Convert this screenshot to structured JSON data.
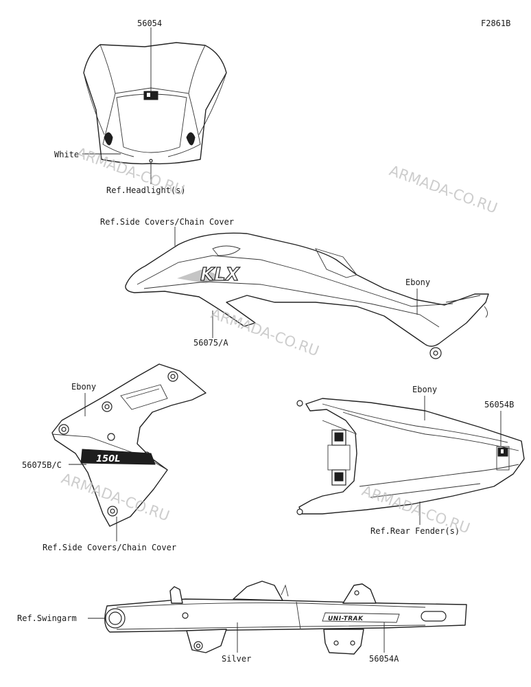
{
  "figure_code": "F2861B",
  "watermark": "ARMADA-CO.RU",
  "labels": {
    "headlight_part": "56054",
    "headlight_color": "White",
    "headlight_ref": "Ref.Headlight(s)",
    "side_cover_ref_top": "Ref.Side Covers/Chain Cover",
    "side_cover_color": "Ebony",
    "side_cover_part": "56075/A",
    "shroud_color": "Ebony",
    "shroud_part": "56075B/C",
    "shroud_ref": "Ref.Side Covers/Chain Cover",
    "fender_color": "Ebony",
    "fender_part": "56054B",
    "fender_ref": "Ref.Rear Fender(s)",
    "swingarm_ref": "Ref.Swingarm",
    "swingarm_color": "Silver",
    "swingarm_part": "56054A"
  },
  "decals": {
    "klx": "KLX",
    "model": "150L",
    "unitrak": "UNI-TRAK"
  }
}
